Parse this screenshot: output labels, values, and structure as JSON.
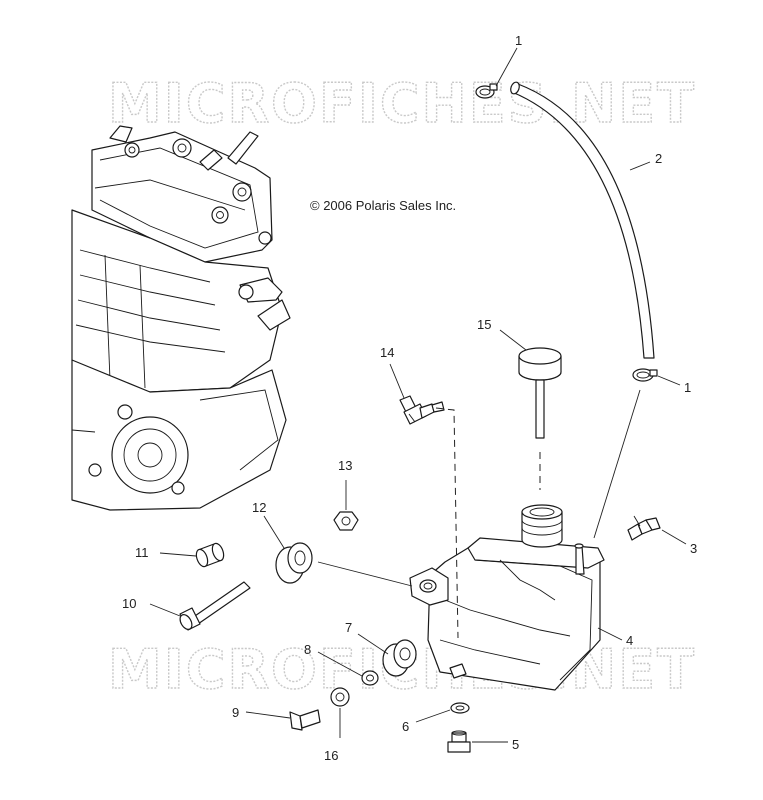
{
  "copyright": "© 2006 Polaris Sales Inc.",
  "watermark": "MICROFICHES.NET",
  "callouts": [
    {
      "id": "c1a",
      "label": "1"
    },
    {
      "id": "c2",
      "label": "2"
    },
    {
      "id": "c1b",
      "label": "1"
    },
    {
      "id": "c3",
      "label": "3"
    },
    {
      "id": "c4",
      "label": "4"
    },
    {
      "id": "c5",
      "label": "5"
    },
    {
      "id": "c6",
      "label": "6"
    },
    {
      "id": "c7",
      "label": "7"
    },
    {
      "id": "c8",
      "label": "8"
    },
    {
      "id": "c9",
      "label": "9"
    },
    {
      "id": "c10",
      "label": "10"
    },
    {
      "id": "c11",
      "label": "11"
    },
    {
      "id": "c12",
      "label": "12"
    },
    {
      "id": "c13",
      "label": "13"
    },
    {
      "id": "c14",
      "label": "14"
    },
    {
      "id": "c15",
      "label": "15"
    },
    {
      "id": "c16",
      "label": "16"
    }
  ]
}
